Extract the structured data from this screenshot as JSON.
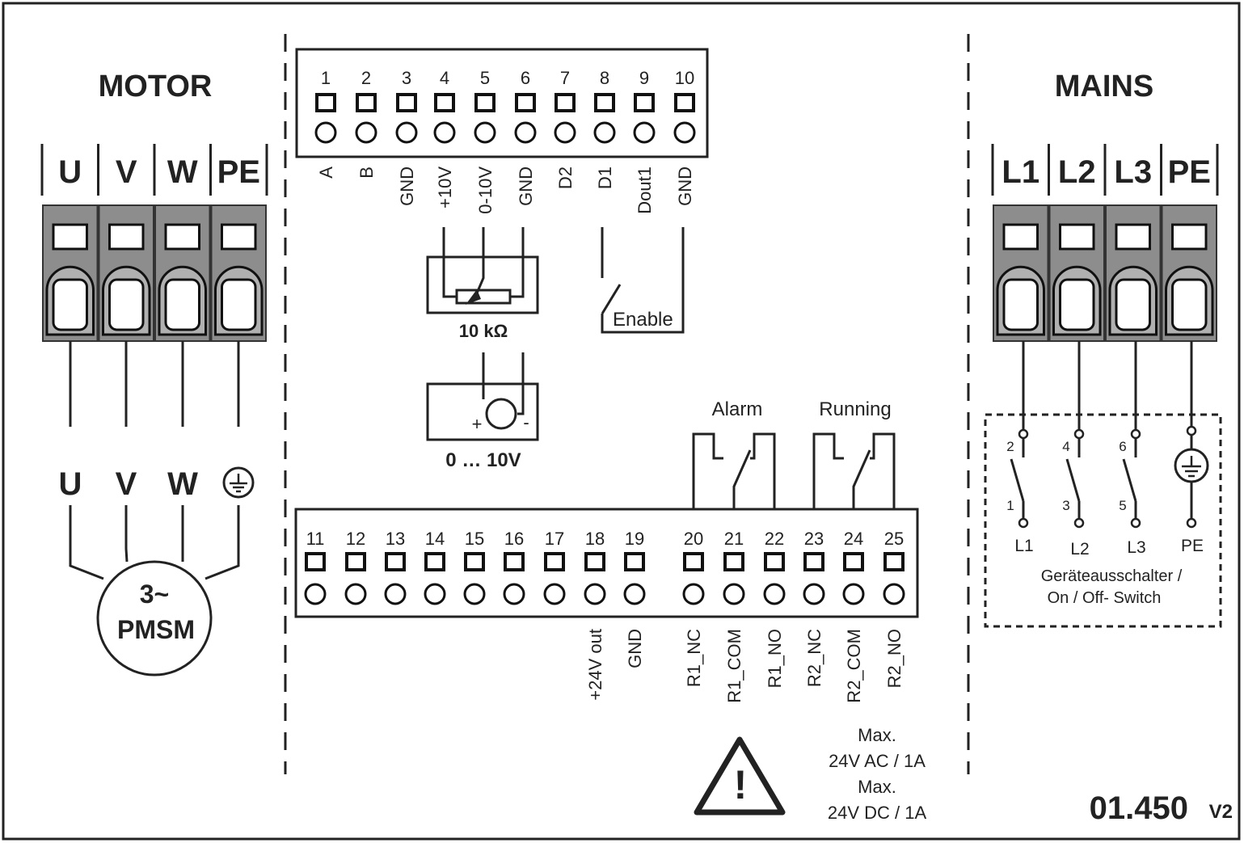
{
  "motor": {
    "title": "MOTOR",
    "terminals": [
      "U",
      "V",
      "W",
      "PE"
    ],
    "phase_labels": [
      "U",
      "V",
      "W"
    ],
    "symbol_line1": "3~",
    "symbol_line2": "PMSM"
  },
  "mains": {
    "title": "MAINS",
    "terminals": [
      "L1",
      "L2",
      "L3",
      "PE"
    ],
    "switch_top_numbers": [
      "2",
      "4",
      "6"
    ],
    "switch_bottom_numbers": [
      "1",
      "3",
      "5"
    ],
    "switch_bottom_labels": [
      "L1",
      "L2",
      "L3",
      "PE"
    ],
    "switch_caption_1": "Geräteausschalter /",
    "switch_caption_2": "On / Off- Switch"
  },
  "top_block": {
    "numbers": [
      "1",
      "2",
      "3",
      "4",
      "5",
      "6",
      "7",
      "8",
      "9",
      "10"
    ],
    "labels": [
      "A",
      "B",
      "GND",
      "+10V",
      "0-10V",
      "GND",
      "D2",
      "D1",
      "Dout1",
      "GND"
    ]
  },
  "potentiometer_label": "10 kΩ",
  "voltage_source": {
    "label": "0 … 10V",
    "plus": "+",
    "minus": "-"
  },
  "enable_label": "Enable",
  "bottom_block": {
    "numbers": [
      "11",
      "12",
      "13",
      "14",
      "15",
      "16",
      "17",
      "18",
      "19",
      "20",
      "21",
      "22",
      "23",
      "24",
      "25"
    ],
    "labels": [
      "",
      "",
      "",
      "",
      "",
      "",
      "",
      "+24V out",
      "GND",
      "R1_NC",
      "R1_COM",
      "R1_NO",
      "R2_NC",
      "R2_COM",
      "R2_NO"
    ]
  },
  "relays": {
    "alarm_label": "Alarm",
    "running_label": "Running"
  },
  "rating": {
    "line1": "Max.",
    "line2": "24V AC / 1A",
    "line3": "Max.",
    "line4": "24V DC / 1A"
  },
  "warning_mark": "!",
  "doc_number": "01.450",
  "doc_version": "V2"
}
